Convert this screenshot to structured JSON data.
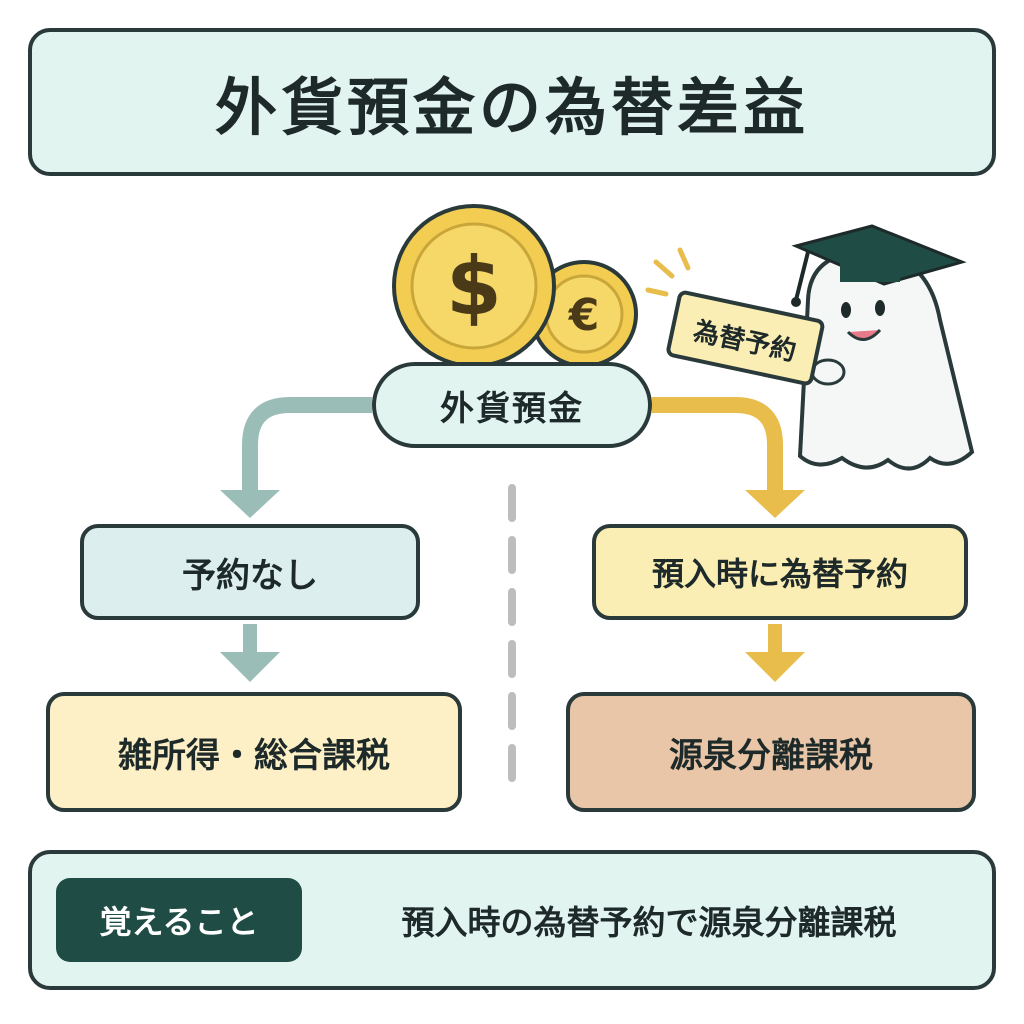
{
  "title": "外貨預金の為替差益",
  "center_label": "外貨預金",
  "sign_label": "為替予約",
  "left_branch": {
    "condition": "予約なし",
    "result": "雑所得・総合課税"
  },
  "right_branch": {
    "condition": "預入時に為替予約",
    "result": "源泉分離課税"
  },
  "summary": {
    "badge": "覚えること",
    "text": "預入時の為替予約で源泉分離課税"
  },
  "coin_symbols": {
    "dollar": "$",
    "euro": "€"
  },
  "colors": {
    "left_arrow": "#9bbdb8",
    "right_arrow": "#e8bd4c",
    "coin": "#f2cd52",
    "badge": "#1f4d46"
  },
  "icons": [
    "dollar-coin-icon",
    "euro-coin-icon",
    "ghost-mascot-icon",
    "graduation-cap-icon",
    "arrow-down-icon"
  ]
}
